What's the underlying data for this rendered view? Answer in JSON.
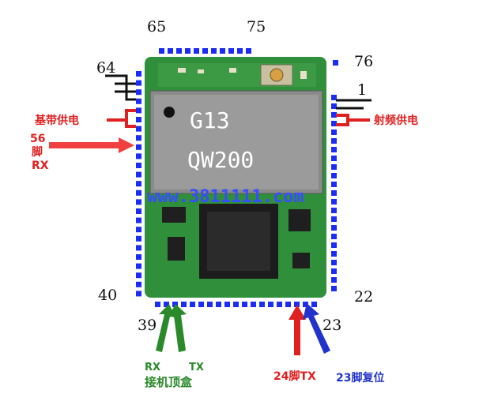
{
  "pins": {
    "top_left": "65",
    "top_right": "75",
    "right_top": "76",
    "right_first": "1",
    "left_top": "64",
    "bottom_left_corner": "40",
    "bottom_right_corner": "22",
    "bottom_39": "39",
    "bottom_23": "23"
  },
  "labels": {
    "baseband_power": "基带供电",
    "rf_power": "射频供电",
    "rx56_num": "56",
    "rx56_foot": "脚",
    "rx56_rx": "RX",
    "stb_rx": "RX",
    "stb_tx": "TX",
    "stb_name": "接机顶盒",
    "pin24_tx": "24脚TX",
    "pin23_reset": "23脚复位"
  },
  "module": {
    "line1": "G13",
    "line2": "QW200",
    "watermark": "www.3811111.com"
  },
  "colors": {
    "pad_blue": "#1a2cf5",
    "board_green": "#2f8f3a",
    "shield_gray": "#8a8a8a",
    "red": "#e02020",
    "green": "#2a8a2a",
    "blue": "#2233cc",
    "black": "#111111"
  }
}
